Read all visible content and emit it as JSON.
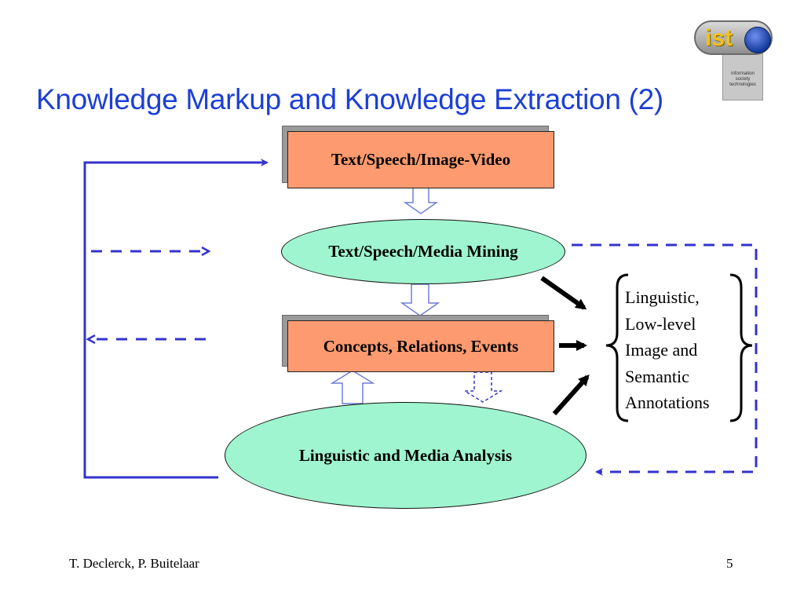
{
  "slide": {
    "title": "Knowledge Markup and Knowledge Extraction (2)",
    "footer_authors": "T. Declerck, P. Buitelaar",
    "page_number": "5"
  },
  "logo": {
    "text": "ist",
    "caption": [
      "information",
      "society",
      "technologies"
    ]
  },
  "diagram": {
    "box_input": "Text/Speech/Image-Video",
    "ellipse_mining": "Text/Speech/Media Mining",
    "box_concepts": "Concepts, Relations, Events",
    "ellipse_analysis": "Linguistic and Media Analysis",
    "annotations": [
      "Linguistic,",
      "Low-level",
      "Image and",
      "Semantic",
      "Annotations"
    ]
  },
  "colors": {
    "title": "#1c3fd6",
    "box_fill": "#fd9a6f",
    "ellipse_fill": "#9ff5cf",
    "connector": "#3333cc"
  }
}
